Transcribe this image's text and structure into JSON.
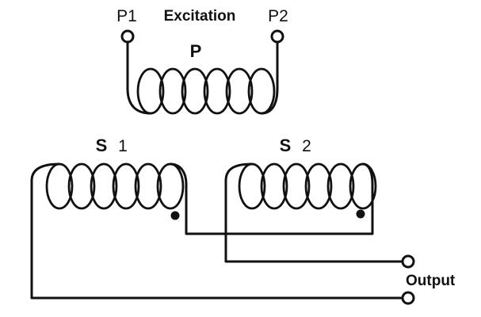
{
  "labels": {
    "p1": "P1",
    "excitation": "Excitation",
    "p2": "P2",
    "primary": "P",
    "s1": {
      "letter": "S",
      "number": "1"
    },
    "s2": {
      "letter": "S",
      "number": "2"
    },
    "output": "Output"
  },
  "colors": {
    "line": "#111111",
    "background": "#ffffff"
  }
}
